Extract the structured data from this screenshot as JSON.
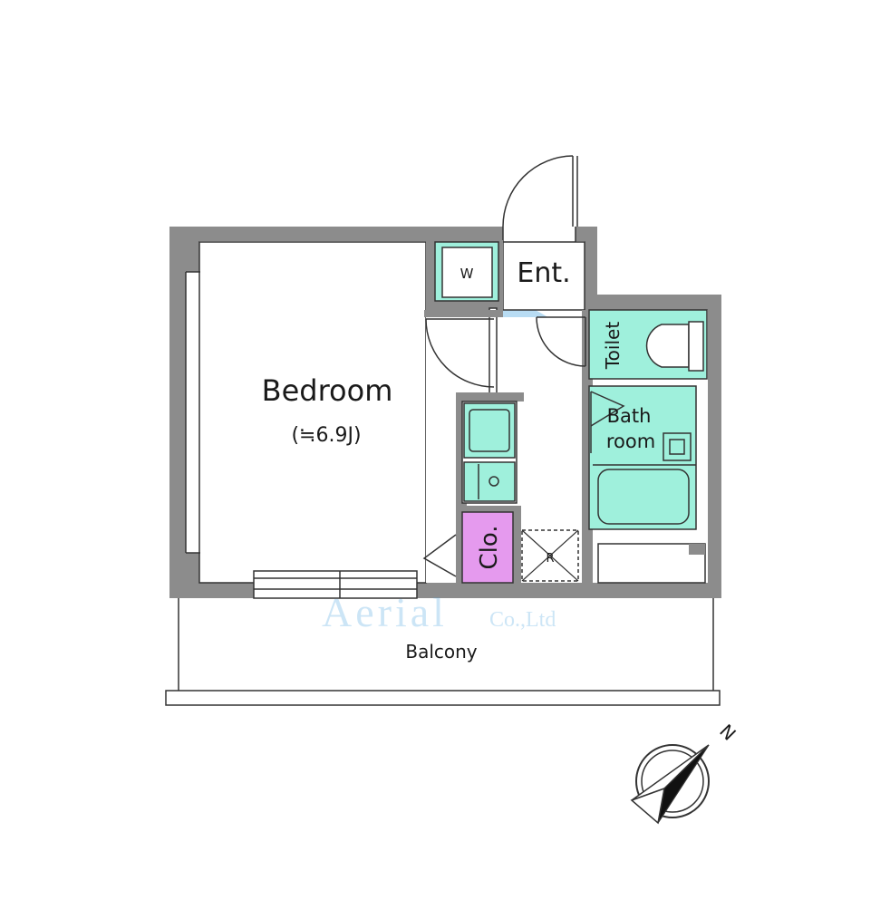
{
  "rooms": {
    "bedroom": {
      "label": "Bedroom",
      "area": "(≒6.9J)"
    },
    "entrance": {
      "label": "Ent."
    },
    "washer": {
      "label": "W"
    },
    "toilet": {
      "label": "Toilet"
    },
    "bathroom": {
      "line1": "Bath",
      "line2": "room"
    },
    "closet": {
      "label": "Clo."
    },
    "fridge": {
      "label": "R"
    },
    "balcony": {
      "label": "Balcony"
    }
  },
  "compass": {
    "label": "N"
  },
  "watermark": {
    "name": "Aerial",
    "suffix": "Co.,Ltd"
  },
  "colors": {
    "wall": "#8c8c8c",
    "fixture": "#9ff0dc",
    "closet": "#e59aee",
    "line": "#333333",
    "watermark": "#4da6e0"
  }
}
